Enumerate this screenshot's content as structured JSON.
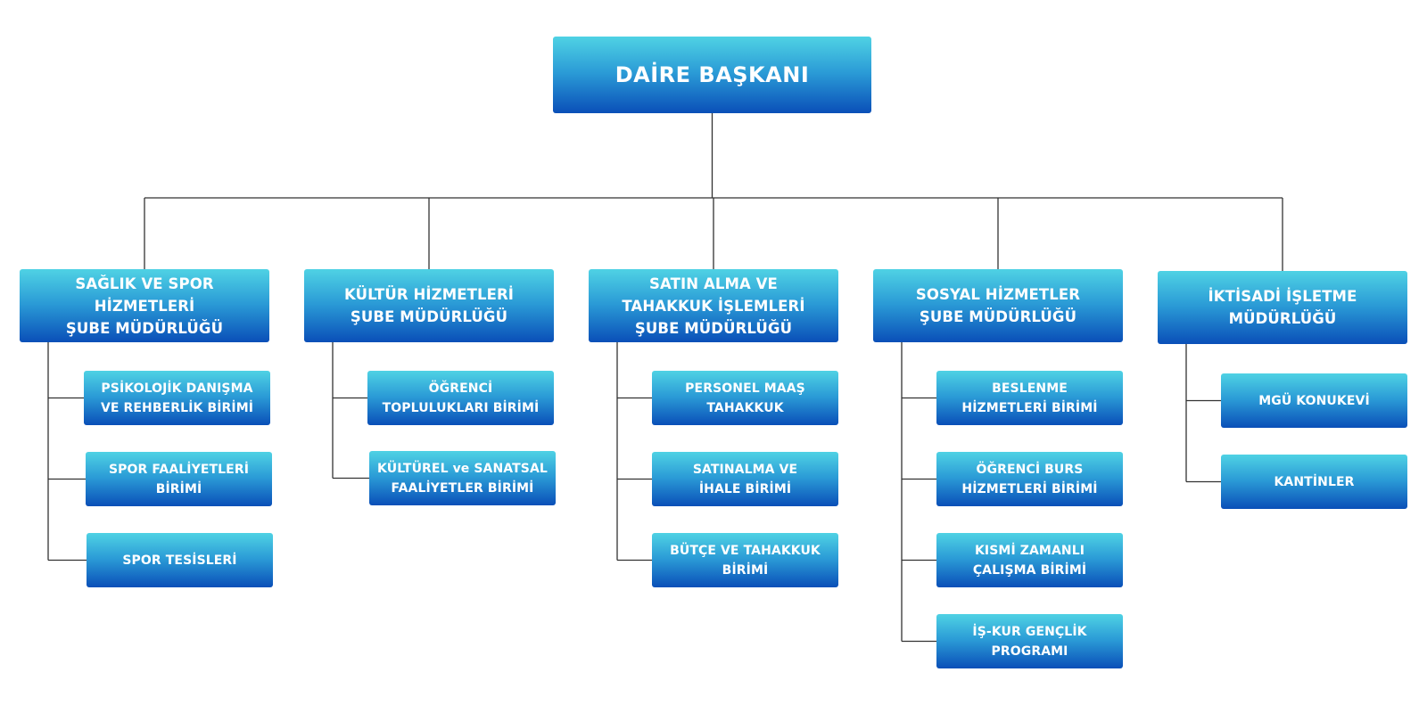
{
  "root": {
    "label": "DAİRE BAŞKANI"
  },
  "departments": [
    {
      "label": "SAĞLIK VE SPOR HİZMETLERİ\nŞUBE MÜDÜRLÜĞÜ",
      "units": [
        "PSİKOLOJİK DANIŞMA\nVE REHBERLİK BİRİMİ",
        "SPOR FAALİYETLERİ\nBİRİMİ",
        "SPOR TESİSLERİ"
      ]
    },
    {
      "label": "KÜLTÜR HİZMETLERİ\nŞUBE MÜDÜRLÜĞÜ",
      "units": [
        "ÖĞRENCİ\nTOPLULUKLARI BİRİMİ",
        "KÜLTÜREL ve SANATSAL\nFAALİYETLER BİRİMİ"
      ]
    },
    {
      "label": "SATIN ALMA VE\nTAHAKKUK İŞLEMLERİ\nŞUBE MÜDÜRLÜĞÜ",
      "units": [
        "PERSONEL MAAŞ\nTAHAKKUK",
        "SATINALMA VE\nİHALE BİRİMİ",
        "BÜTÇE VE TAHAKKUK\nBİRİMİ"
      ]
    },
    {
      "label": "SOSYAL HİZMETLER\nŞUBE MÜDÜRLÜĞÜ",
      "units": [
        "BESLENME\nHİZMETLERİ BİRİMİ",
        "ÖĞRENCİ BURS\nHİZMETLERİ BİRİMİ",
        "KISMİ ZAMANLI\nÇALIŞMA BİRİMİ",
        "İŞ-KUR GENÇLİK\nPROGRAMI"
      ]
    },
    {
      "label": "İKTİSADİ İŞLETME\nMÜDÜRLÜĞÜ",
      "units": [
        "MGÜ KONUKEVİ",
        "KANTİNLER"
      ]
    }
  ],
  "colors": {
    "box_top": "#4fd2e4",
    "box_bottom": "#0a4fb8",
    "text": "#ffffff",
    "connector": "#333333"
  }
}
